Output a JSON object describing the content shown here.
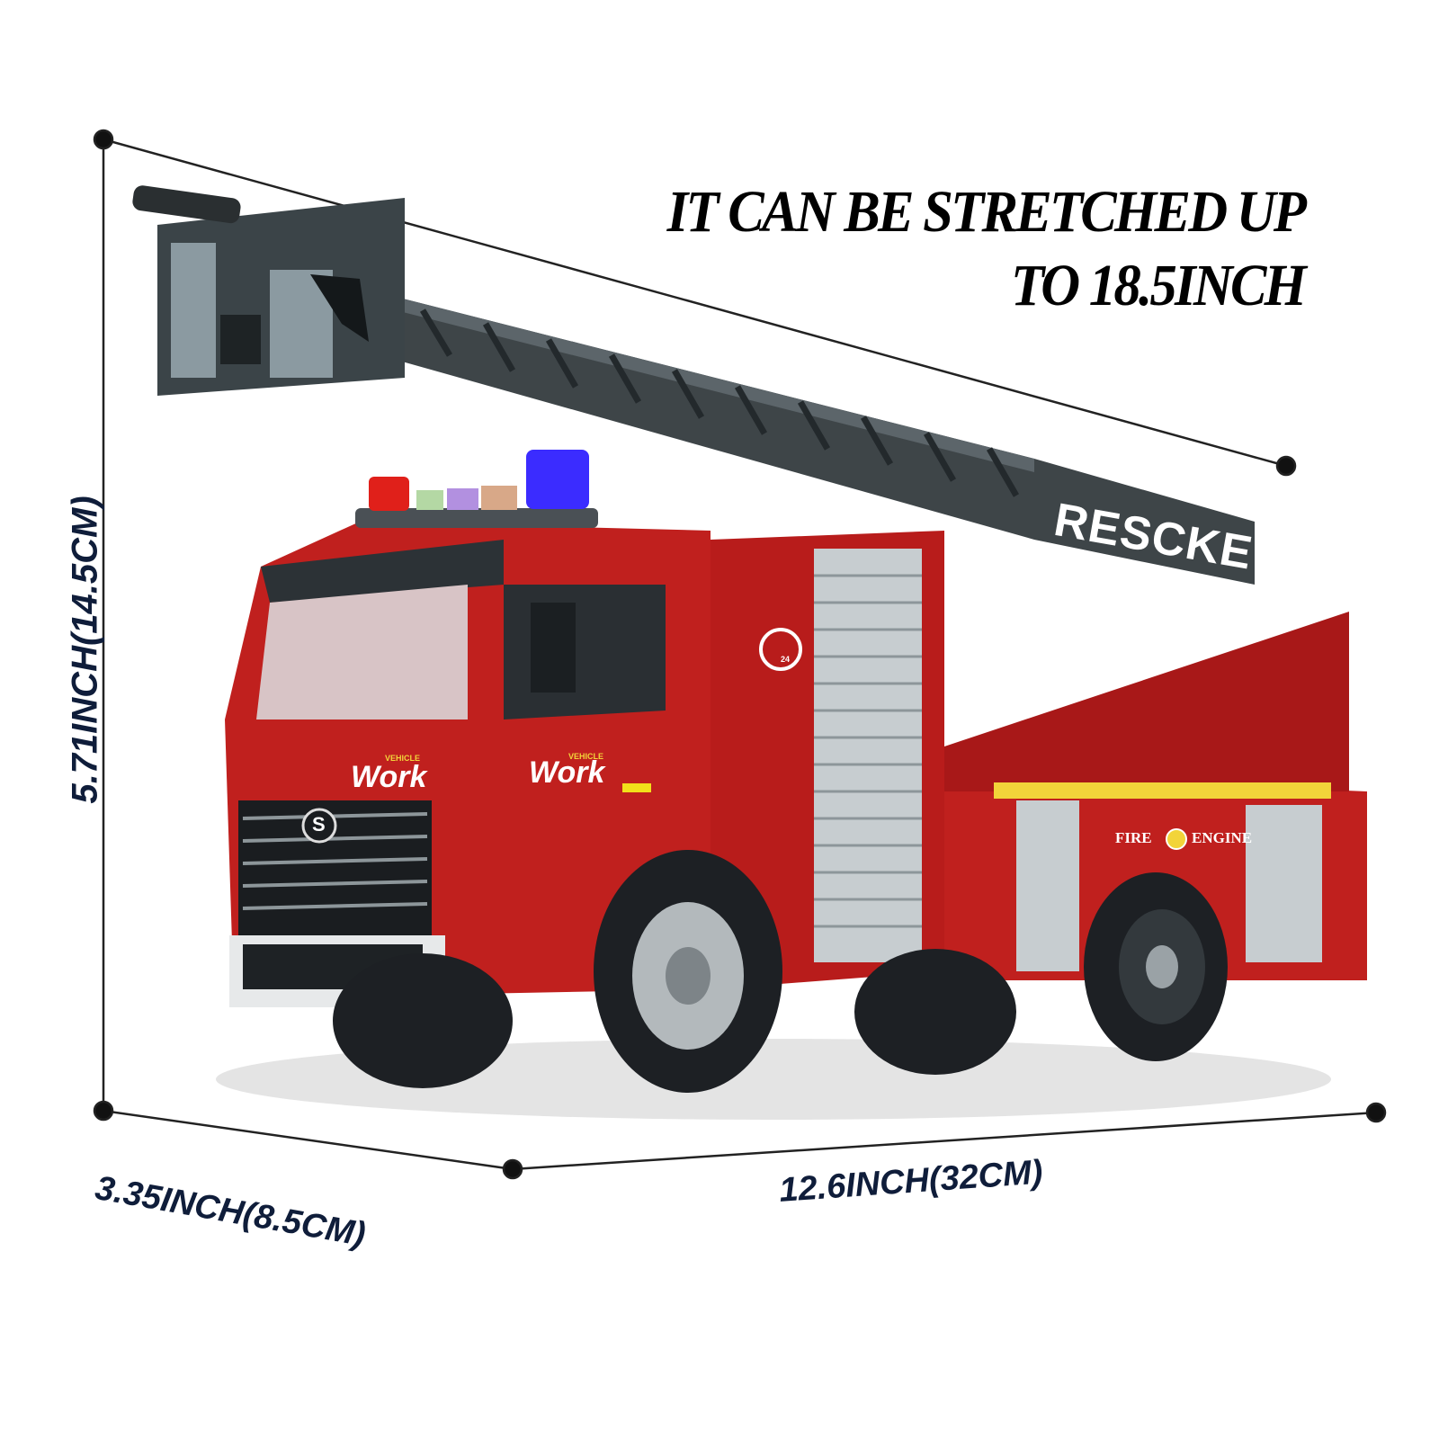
{
  "headline": {
    "line1": "IT CAN BE STRETCHED UP",
    "line2": "TO 18.5INCH"
  },
  "dimensions": {
    "height": "5.71INCH(14.5CM)",
    "depth": "3.35INCH(8.5CM)",
    "length": "12.6INCH(32CM)"
  },
  "truck": {
    "ladder_label": "RESCKE",
    "cab_badge_small": "VEHICLE",
    "cab_badge": "Work",
    "door_badge_small": "VEHICLE",
    "door_badge": "Work",
    "side_label_left": "FIRE",
    "side_label_right": "ENGINE",
    "emblem_number": "24",
    "grille_logo": "S"
  },
  "colors": {
    "truck_red": "#c0201e",
    "dark_red": "#7a1010",
    "ladder_gray": "#3e4548",
    "text_navy": "#0f1d3a",
    "hazard_yellow": "#f2d43a",
    "siren_blue": "#3b2cff",
    "siren_red": "#e0201a"
  }
}
